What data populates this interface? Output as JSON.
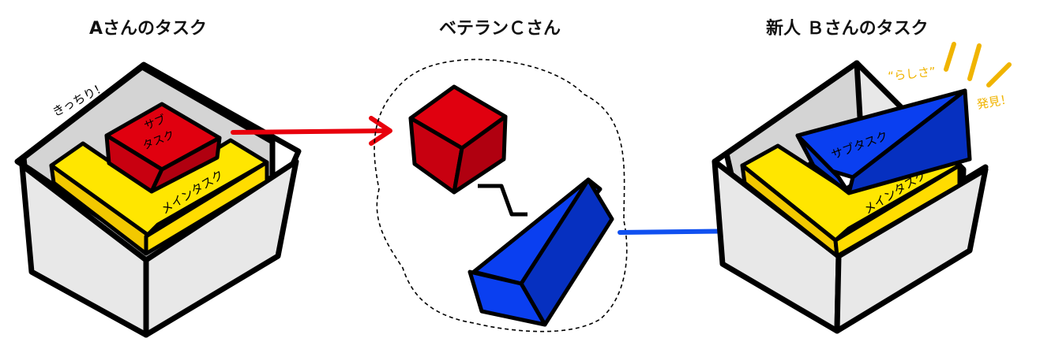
{
  "titles": {
    "task_a": "Aさんのタスク",
    "veteran": "ベテランＣさん",
    "task_b": "新人 Ｂさんのタスク"
  },
  "labels": {
    "kicchiri": "きっちり！",
    "sub_line1": "サブ",
    "sub_line2": "タスク",
    "main_task": "メインタスク",
    "sub_task_b": "サブタスク",
    "main_task_b": "メインタスク",
    "rashisa": "“らしさ”",
    "hakken": "発見！"
  },
  "colors": {
    "outline": "#000000",
    "box_side": "#e8e8e8",
    "box_inner": "#d4d4d4",
    "main_task": "#ffe600",
    "sub_task_red": "#e0000f",
    "sub_task_red_dark": "#b00010",
    "sub_task_blue": "#0a3ff0",
    "sub_task_blue_dark": "#0630c0",
    "arrow_red": "#e8000c",
    "arrow_blue": "#1050f0",
    "accent": "#f0b400"
  }
}
